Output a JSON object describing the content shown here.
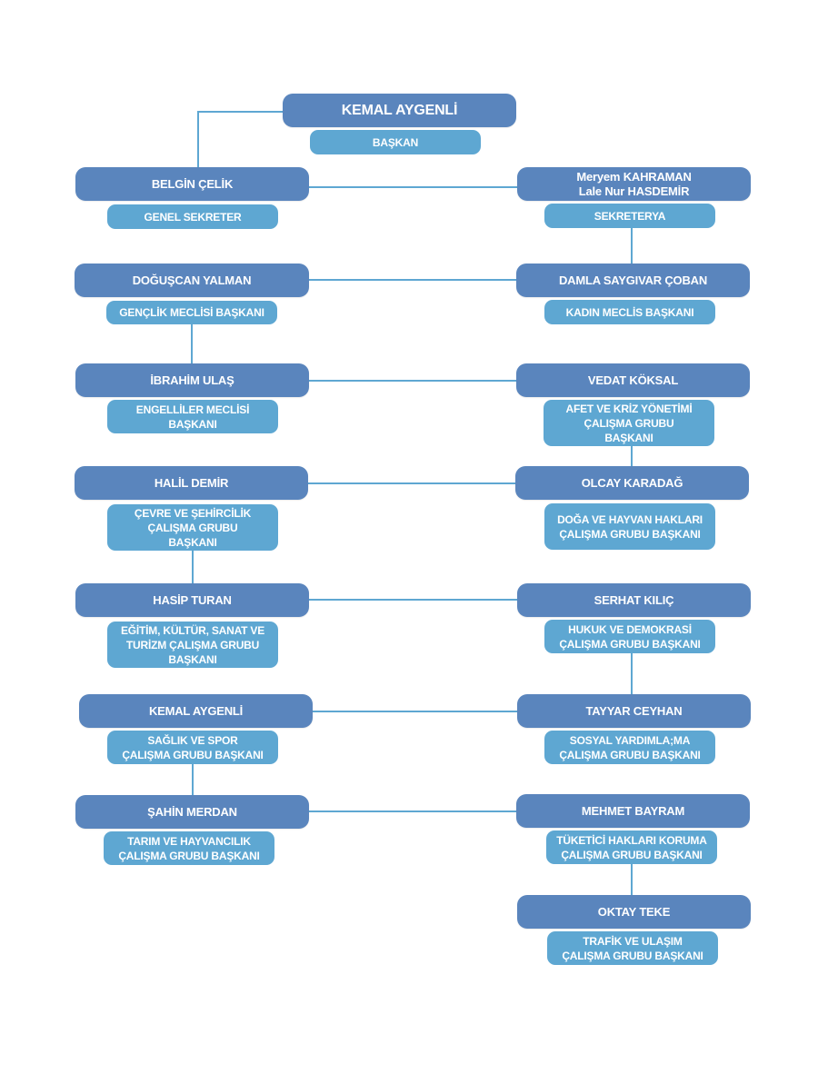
{
  "colors": {
    "name_box": "#5a85bd",
    "title_box": "#5ea7d2",
    "connector": "#5ea7d2"
  },
  "president": {
    "name": "KEMAL AYGENLİ",
    "role": "BAŞKAN"
  },
  "left": [
    {
      "name": "BELGİN ÇELİK",
      "role": "GENEL SEKRETER"
    },
    {
      "name": "DOĞUŞCAN YALMAN",
      "role": "GENÇLİK MECLİSİ BAŞKANI"
    },
    {
      "name": "İBRAHİM ULAŞ",
      "role": "ENGELLİLER MECLİSİ\nBAŞKANI"
    },
    {
      "name": "HALİL DEMİR",
      "role": "ÇEVRE VE ŞEHİRCİLİK\nÇALIŞMA GRUBU\nBAŞKANI"
    },
    {
      "name": "HASİP TURAN",
      "role": "EĞİTİM, KÜLTÜR, SANAT  VE\nTURİZM  ÇALIŞMA GRUBU\nBAŞKANI"
    },
    {
      "name": "KEMAL AYGENLİ",
      "role": "SAĞLIK VE SPOR\nÇALIŞMA GRUBU BAŞKANI"
    },
    {
      "name": "ŞAHİN MERDAN",
      "role": "TARIM VE HAYVANCILIK\nÇALIŞMA GRUBU BAŞKANI"
    }
  ],
  "right": [
    {
      "name": "Meryem KAHRAMAN\nLale Nur HASDEMİR",
      "role": "SEKRETERYA"
    },
    {
      "name": "DAMLA SAYGIVAR ÇOBAN",
      "role": "KADIN MECLİS BAŞKANI"
    },
    {
      "name": "VEDAT KÖKSAL",
      "role": "AFET VE KRİZ YÖNETİMİ\nÇALIŞMA GRUBU\nBAŞKANI"
    },
    {
      "name": "OLCAY KARADAĞ",
      "role": "DOĞA VE HAYVAN HAKLARI\nÇALIŞMA GRUBU BAŞKANI"
    },
    {
      "name": "SERHAT KILIÇ",
      "role": "HUKUK VE DEMOKRASİ\nÇALIŞMA GRUBU BAŞKANI"
    },
    {
      "name": "TAYYAR CEYHAN",
      "role": "SOSYAL YARDIMLA;MA\nÇALIŞMA GRUBU BAŞKANI"
    },
    {
      "name": "MEHMET BAYRAM",
      "role": "TÜKETİCİ HAKLARI KORUMA\nÇALIŞMA GRUBU BAŞKANI"
    },
    {
      "name": "OKTAY TEKE",
      "role": "TRAFİK VE ULAŞIM\nÇALIŞMA GRUBU BAŞKANI"
    }
  ]
}
